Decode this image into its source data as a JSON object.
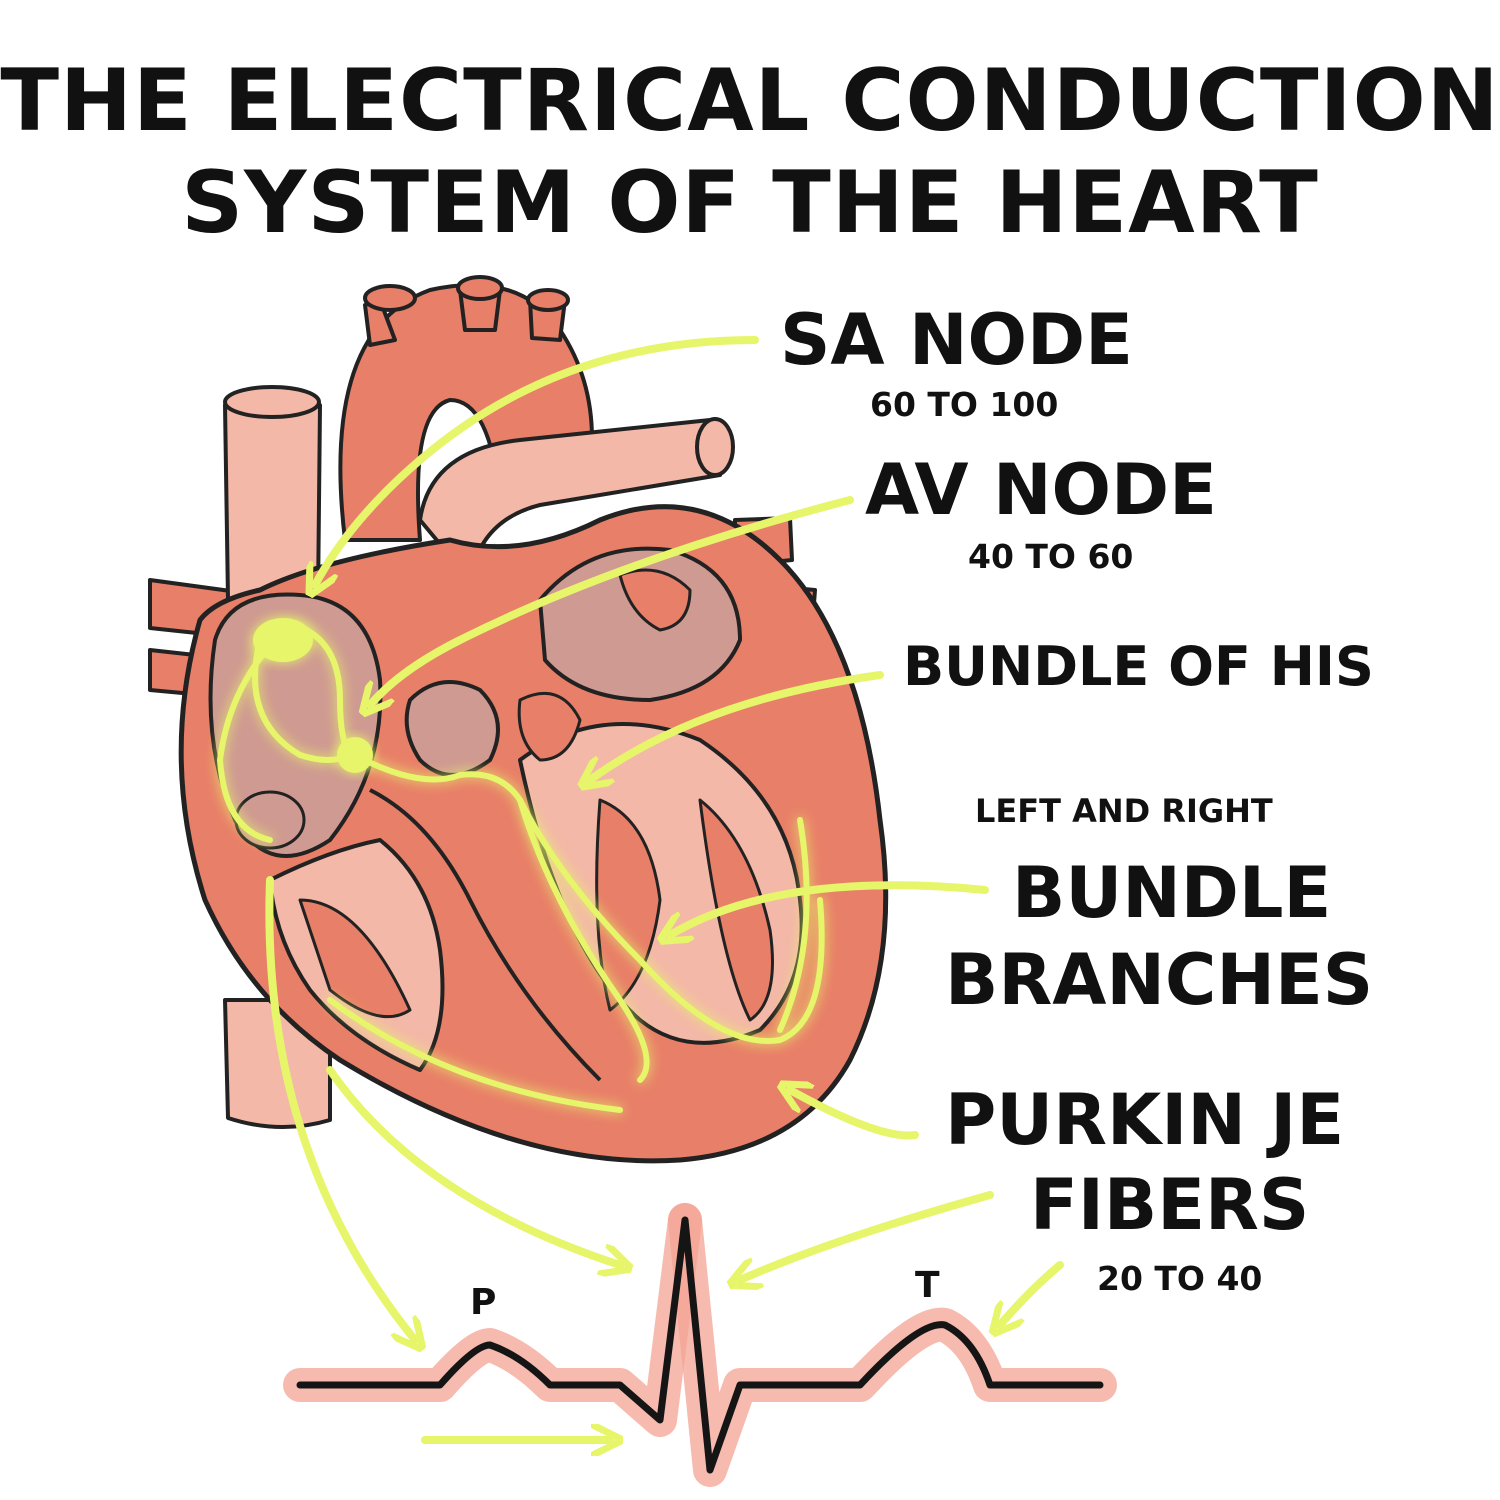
{
  "title": {
    "line1": "THE ELECTRICAL CONDUCTION",
    "line2": "SYSTEM OF THE HEART"
  },
  "labels": {
    "sa_node": "SA NODE",
    "sa_rate": "60 TO 100",
    "av_node": "AV NODE",
    "av_rate": "40 TO 60",
    "bundle_of_his": "BUNDLE OF HIS",
    "branches_top": "LEFT AND RIGHT",
    "branches_mid": "BUNDLE",
    "branches_bottom": "BRANCHES",
    "purkinje_top": "PURKIN JE",
    "purkinje_bottom": "FIBERS",
    "purkinje_rate": "20 TO 40"
  },
  "ecg": {
    "p_label": "P",
    "t_label": "T"
  },
  "colors": {
    "heart": "#e87f68",
    "heart_light": "#f3b8a7",
    "chamber": "#cf9a91",
    "conduction": "#e6f56a",
    "outline": "#222222",
    "ecg_band": "#f3a393"
  }
}
